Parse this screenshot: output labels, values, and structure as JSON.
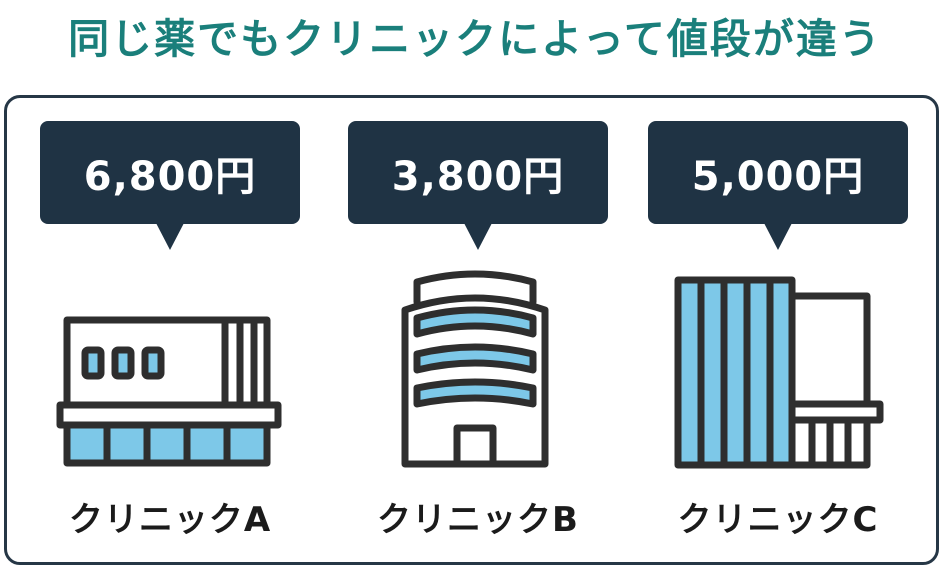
{
  "title": "同じ薬でもクリニックによって値段が違う",
  "clinics": [
    {
      "price": "6,800円",
      "name": "クリニックA"
    },
    {
      "price": "3,800円",
      "name": "クリニックB"
    },
    {
      "price": "5,000円",
      "name": "クリニックC"
    }
  ],
  "colors": {
    "title": "#1a7f7b",
    "dark": "#1f3344",
    "window_blue": "#7dc8e8"
  },
  "icons": [
    "clinic-building-icon",
    "office-tower-icon",
    "highrise-building-icon"
  ]
}
